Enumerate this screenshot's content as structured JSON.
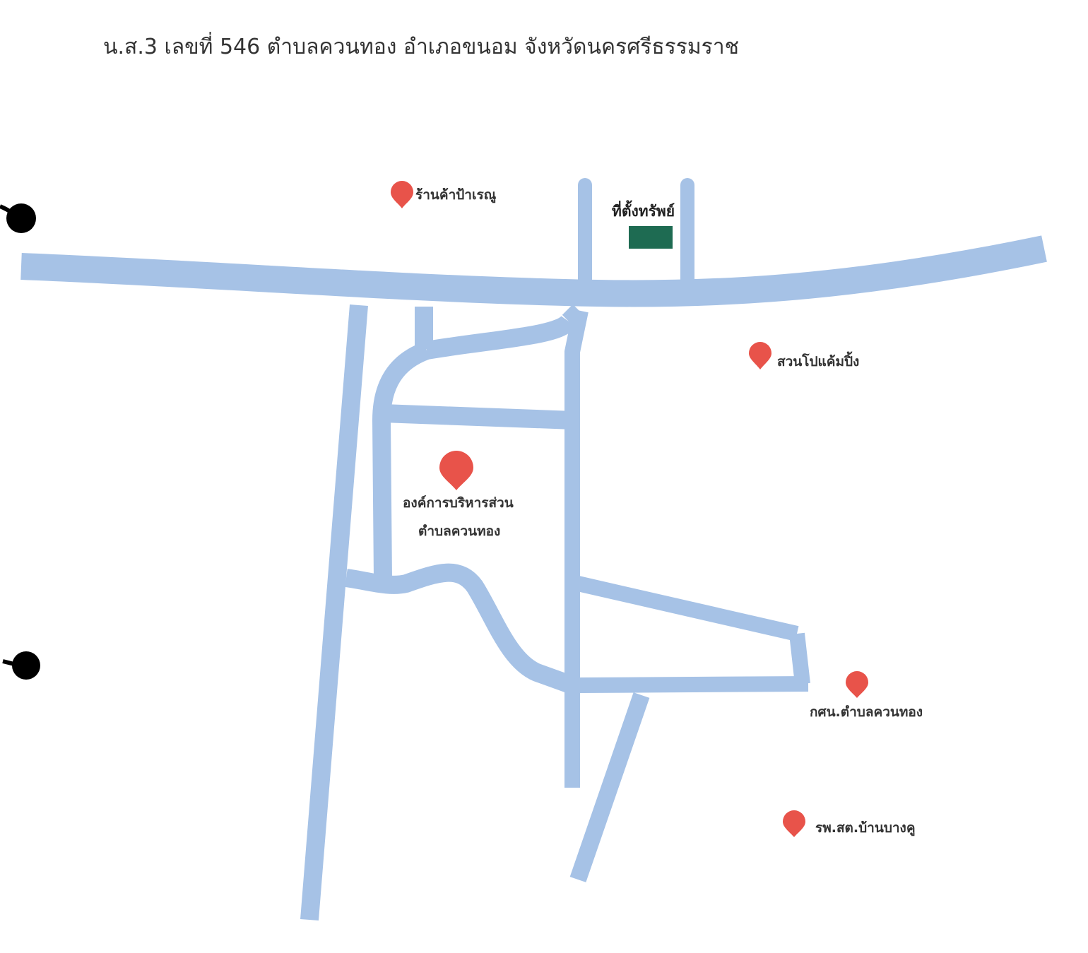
{
  "header": {
    "title": "น.ส.3 เลขที่ 546  ตำบลควนทอง  อำเภอขนอม  จังหวัดนครศรีธรรมราช"
  },
  "property": {
    "label": "ที่ตั้งทรัพย์",
    "marker_color": "#1e6b52"
  },
  "pois": [
    {
      "label": "ร้านค้าป้าเรณู"
    },
    {
      "label": "สวนโปแค้มปิ้ง"
    },
    {
      "label_line1": "องค์การบริหารส่วน",
      "label_line2": "ตำบลควนทอง"
    },
    {
      "label": "กศน.ตำบลควนทอง"
    },
    {
      "label": "รพ.สต.บ้านบางคู"
    }
  ],
  "colors": {
    "road": "#a6c2e6",
    "pin": "#e8534a",
    "binder_hole": "#000000"
  },
  "icons": {
    "poi": "map-pin-icon",
    "property": "property-rectangle",
    "binder": "binder-hole-icon"
  }
}
